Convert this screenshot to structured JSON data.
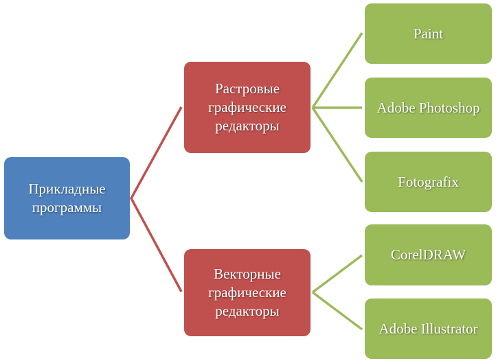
{
  "colors": {
    "root": "#4f81bd",
    "category": "#c0504d",
    "leaf": "#9bbb59"
  },
  "root": {
    "label": "Прикладные\nпрограммы"
  },
  "categories": [
    {
      "label": "Растровые\nграфические\nредакторы",
      "items": [
        "Paint",
        "Adobe Photoshop",
        "Fotografix"
      ]
    },
    {
      "label": "Векторные\nграфические\nредакторы",
      "items": [
        "CorelDRAW",
        "Adobe Illustrator"
      ]
    }
  ]
}
